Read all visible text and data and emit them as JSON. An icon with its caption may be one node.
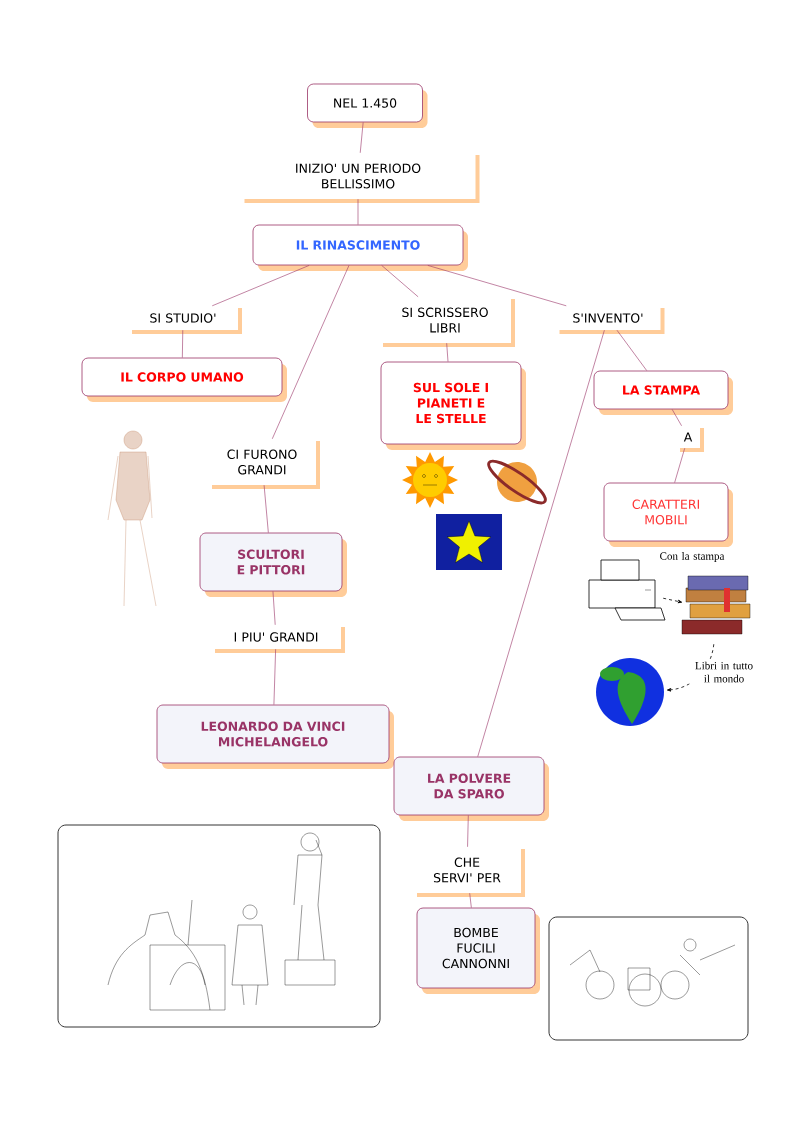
{
  "diagram": {
    "nodes": [
      {
        "text": [
          "NEL 1.450"
        ]
      },
      {
        "text": [
          "INIZIO' UN PERIODO BELLISSIMO"
        ]
      },
      {
        "text": [
          "IL RINASCIMENTO"
        ]
      },
      {
        "text": [
          "SI STUDIO'"
        ]
      },
      {
        "text": [
          "IL CORPO UMANO"
        ]
      },
      {
        "text": [
          "CI FURONO GRANDI"
        ]
      },
      {
        "text": [
          "SCULTORI E PITTORI"
        ]
      },
      {
        "text": [
          "I PIU' GRANDI"
        ]
      },
      {
        "text": [
          "LEONARDO DA VINCI MICHELANGELO"
        ]
      },
      {
        "text": [
          "SI SCRISSERO LIBRI"
        ]
      },
      {
        "text": [
          "SUL SOLE I PIANETI E LE STELLE"
        ]
      },
      {
        "text": [
          "S'INVENTO'"
        ]
      },
      {
        "text": [
          "LA STAMPA"
        ]
      },
      {
        "text": [
          "A"
        ]
      },
      {
        "text": [
          "CARATTERI MOBILI"
        ]
      },
      {
        "text": [
          "LA POLVERE DA SPARO"
        ]
      },
      {
        "text": [
          "CHE SERVI' PER"
        ]
      },
      {
        "text": [
          "BOMBE FUCILI CANNONNI"
        ]
      },
      {
        "text": [],
        "shape": "picture"
      },
      {
        "text": [],
        "shape": "picture"
      },
      {
        "text": [],
        "shape": "picture"
      }
    ],
    "edges": [
      {
        "from": 0,
        "to": 1,
        "arrow": "none"
      },
      {
        "from": 1,
        "to": 2,
        "arrow": "none"
      },
      {
        "from": 2,
        "to": 3,
        "arrow": "none"
      },
      {
        "from": 3,
        "to": 4,
        "arrow": "none"
      },
      {
        "from": 2,
        "to": 5,
        "arrow": "none"
      },
      {
        "from": 5,
        "to": 6,
        "arrow": "none"
      },
      {
        "from": 6,
        "to": 7,
        "arrow": "none"
      },
      {
        "from": 7,
        "to": 8,
        "arrow": "none"
      },
      {
        "from": 2,
        "to": 9,
        "arrow": "none"
      },
      {
        "from": 9,
        "to": 10,
        "arrow": "none"
      },
      {
        "from": 2,
        "to": 11,
        "arrow": "none"
      },
      {
        "from": 11,
        "to": 12,
        "arrow": "none"
      },
      {
        "from": 12,
        "to": 13,
        "arrow": "none"
      },
      {
        "from": 13,
        "to": 14,
        "arrow": "none"
      },
      {
        "from": 11,
        "to": 15,
        "arrow": "none"
      },
      {
        "from": 15,
        "to": 16,
        "arrow": "none"
      },
      {
        "from": 16,
        "to": 17,
        "arrow": "none"
      },
      {
        "from": 18,
        "to": 19,
        "arrow": "to",
        "label": "Con la stampa",
        "style": "dashed",
        "color": "#000000"
      },
      {
        "from": 19,
        "to": 20,
        "arrow": "to",
        "label": "Libri in tutto il mondo",
        "style": "dashed",
        "color": "#000000"
      }
    ]
  }
}
